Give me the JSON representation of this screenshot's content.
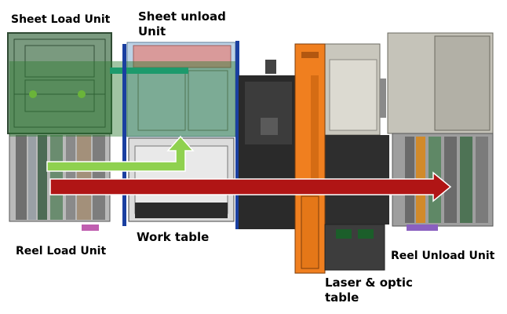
{
  "labels": {
    "sheet_load_unit": "Sheet Load Unit",
    "sheet_unload_unit_line1": "Sheet unload",
    "sheet_unload_unit_line2": "Unit",
    "work_table": "Work table",
    "reel_load_unit": "Reel Load Unit",
    "reel_unload_unit": "Reel Unload Unit",
    "laser_optic_table_line1": "Laser & optic",
    "laser_optic_table_line2": "table"
  },
  "colors": {
    "sheet_path_arrow": "#8fd14f",
    "reel_path_arrow": "#b01515",
    "laser_gantry": "#f07f1f",
    "green_overlay": "#2e7d32",
    "blue_frame": "#1a3fa0"
  }
}
